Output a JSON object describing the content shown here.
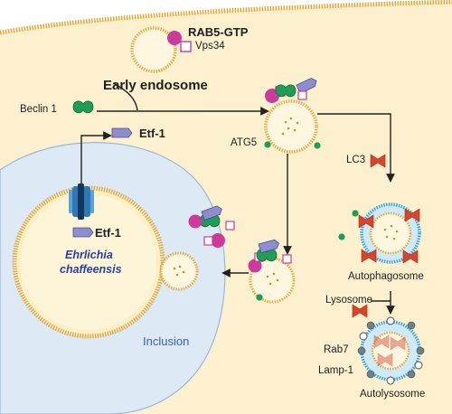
{
  "labels": {
    "rab5": "RAB5-GTP",
    "vps34": "Vps34",
    "early_endosome": "Early endosome",
    "beclin1": "Beclin 1",
    "etf1_cyto": "Etf-1",
    "atg5": "ATG5",
    "lc3": "LC3",
    "etf1_membrane": "Etf-1",
    "bacterium_line1": "Ehrlichia",
    "bacterium_line2": "chaffeensis",
    "autophagosome": "Autophagosome",
    "lysosome": "Lysosome",
    "rab7": "Rab7",
    "lamp1": "Lamp-1",
    "autolysosome": "Autolysosome",
    "inclusion": "Inclusion"
  },
  "colors": {
    "cytoplasm": "#fdf0cf",
    "nucleus": "#dde9f5",
    "membrane": "#e2a93c",
    "rab5": "#cc3b9b",
    "beclin": "#1f9c56",
    "etf": "#8c8ed0",
    "lc3": "#d6462b",
    "lysosome_dots": "#2b9fd8",
    "rab7": "#6f8088"
  }
}
